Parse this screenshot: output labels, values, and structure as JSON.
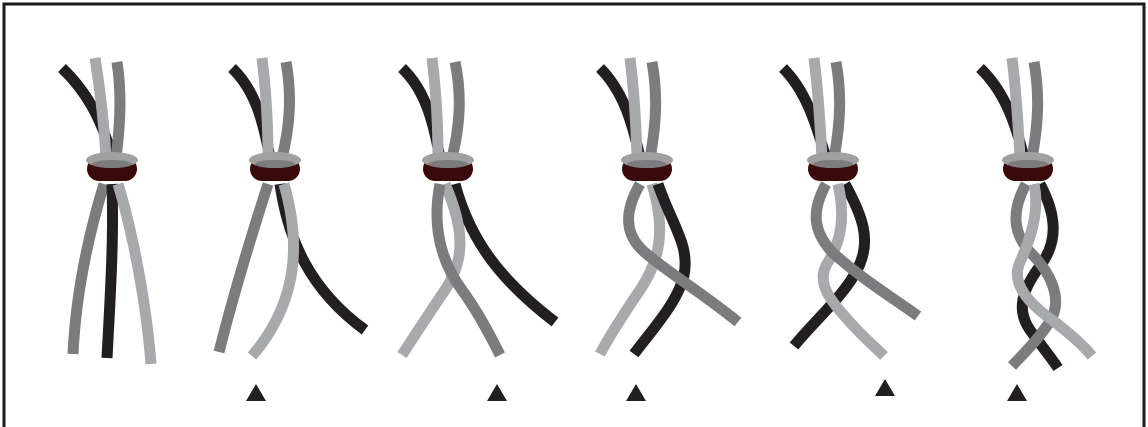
{
  "diagram": {
    "kind": "three-strand-braid-steps",
    "step_count": 6,
    "colors": {
      "frame": "#1a1a1a",
      "strand_black": "#231f20",
      "strand_dark_gray": "#7c7c7e",
      "strand_light_gray": "#a7a9ac",
      "bead_top": "#a0a0a0",
      "bead_body": "#3a0a0a",
      "marker": "#231f20"
    },
    "steps": [
      {
        "index": 1,
        "marker": false
      },
      {
        "index": 2,
        "marker": true
      },
      {
        "index": 3,
        "marker": true
      },
      {
        "index": 4,
        "marker": true
      },
      {
        "index": 5,
        "marker": true
      },
      {
        "index": 6,
        "marker": true
      }
    ]
  }
}
